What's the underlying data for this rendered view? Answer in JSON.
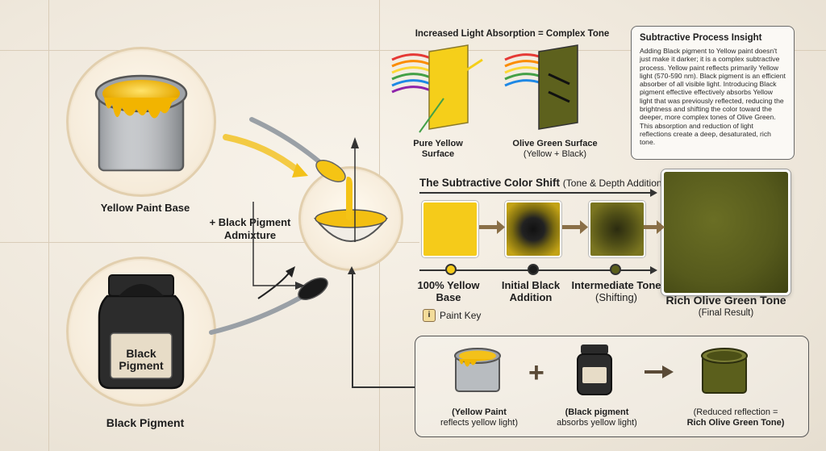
{
  "main_labels": {
    "yellow_base": "Yellow Paint Base",
    "black_pigment": "Black Pigment",
    "admixture": "+ Black Pigment\nAdmixture",
    "jar_label": "Black\nPigment"
  },
  "absorption": {
    "title": "Increased Light Absorption = Complex Tone",
    "yellow_caption_line1": "Pure Yellow",
    "yellow_caption_line2": "Surface",
    "olive_caption_line1": "Olive Green Surface",
    "olive_caption_line2": "(Yellow + Black)"
  },
  "insight": {
    "title": "Subtractive Process Insight",
    "body": "Adding Black pigment to Yellow paint doesn't just make it darker; it is a complex subtractive process. Yellow paint reflects primarily Yellow light (570-590 nm). Black pigment is an efficient absorber of all visible light. Introducing Black pigment effective effectively absorbs Yellow light that was previously reflected, reducing the brightness and shifting the color toward the deeper, more complex tones of Olive Green. This absorption and reduction of light reflections create a deep, desaturated, rich tone."
  },
  "shift": {
    "title": "The Subtractive Color Shift",
    "subtitle": "(Tone & Depth Addition)",
    "stages": [
      {
        "line1": "100% Yellow",
        "line2": "Base"
      },
      {
        "line1": "Initial Black",
        "line2": "Addition"
      },
      {
        "line1": "Intermediate Tone",
        "line2": "(Shifting)"
      }
    ],
    "final_line1": "Rich Olive Green Tone",
    "final_line2": "(Final Result)",
    "key_icon": "i",
    "key_label": "Paint Key"
  },
  "legend": {
    "plus": "+",
    "items": [
      {
        "line1": "(Yellow Paint",
        "line2": "reflects yellow light)"
      },
      {
        "line1": "(Black pigment",
        "line2": "absorbs yellow light)"
      },
      {
        "line1": "(Reduced reflection =",
        "line2": "Rich Olive Green Tone)"
      }
    ]
  },
  "colors": {
    "yellow": "#f4c619",
    "olive": "#5b5f1c",
    "black": "#1c1c1c",
    "accent": "#8a6f47"
  }
}
